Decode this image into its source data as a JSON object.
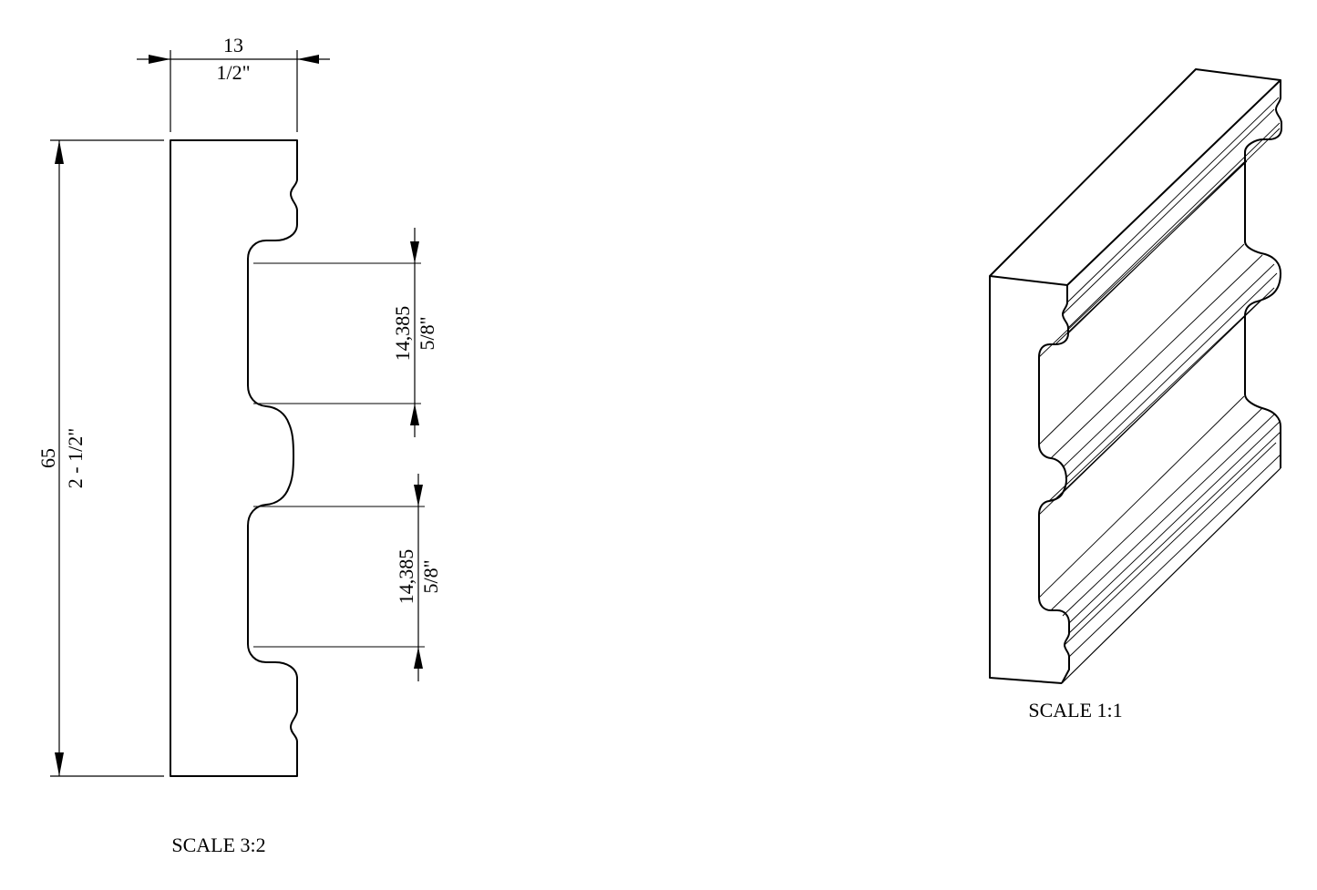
{
  "profile_view": {
    "width_dimension": {
      "metric": "13",
      "imperial": "1/2\""
    },
    "height_dimension": {
      "metric": "65",
      "imperial": "2 - 1/2\""
    },
    "upper_groove_dimension": {
      "metric": "14,385",
      "imperial": "5/8\""
    },
    "lower_groove_dimension": {
      "metric": "14,385",
      "imperial": "5/8\""
    },
    "scale_label": "SCALE 3:2"
  },
  "isometric_view": {
    "scale_label": "SCALE 1:1"
  },
  "colors": {
    "line": "#000000",
    "background": "#ffffff"
  }
}
